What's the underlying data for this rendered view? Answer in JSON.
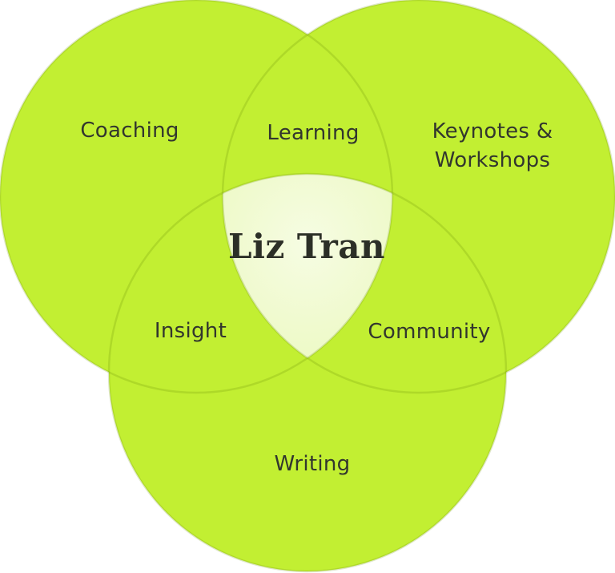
{
  "diagram": {
    "type": "venn-3-circle",
    "center_label": "Liz Tran",
    "regions": {
      "top_left": "Coaching",
      "top_middle": "Learning",
      "top_right_line1": "Keynotes &",
      "top_right_line2": "Workshops",
      "mid_left": "Insight",
      "mid_right": "Community",
      "bottom": "Writing"
    },
    "colors": {
      "background": "#ffffff",
      "circle_fill": "#c2ef32",
      "circle_edge": "rgba(104,140,6,0.22)",
      "center_inner": "#f6fce3",
      "center_outer": "#ecf9c2",
      "label_text": "#32362e",
      "center_text": "#2c2f27"
    }
  }
}
